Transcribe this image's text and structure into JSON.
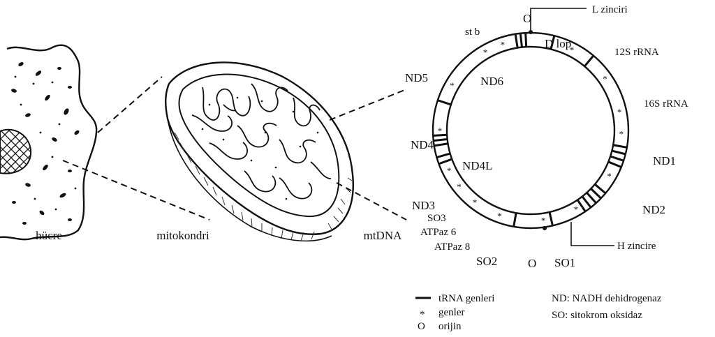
{
  "labels": {
    "cell": "hücre",
    "mitochondrion": "mitokondri",
    "mtdna": "mtDNA"
  },
  "ring_labels": {
    "origin_top": "O",
    "l_strand": "L zinciri",
    "st_b": "st b",
    "d_loop": "D lop",
    "rrna_12s": "12S rRNA",
    "rrna_16s": "16S rRNA",
    "nd1": "ND1",
    "nd2": "ND2",
    "h_strand": "H zincire",
    "so1": "SO1",
    "origin_bottom": "O",
    "so2": "SO2",
    "atpaz8": "ATPaz 8",
    "atpaz6": "ATPaz 6",
    "so3": "SO3",
    "nd3": "ND3",
    "nd4l": "ND4L",
    "nd4": "ND4",
    "nd5": "ND5",
    "nd6": "ND6"
  },
  "legend": {
    "trna": "tRNA genleri",
    "genes_symbol": "*",
    "genes": "genler",
    "origin_symbol": "O",
    "origin": "orijin",
    "nd_def": "ND: NADH dehidrogenaz",
    "so_def": "SO:  sitokrom oksidaz"
  }
}
